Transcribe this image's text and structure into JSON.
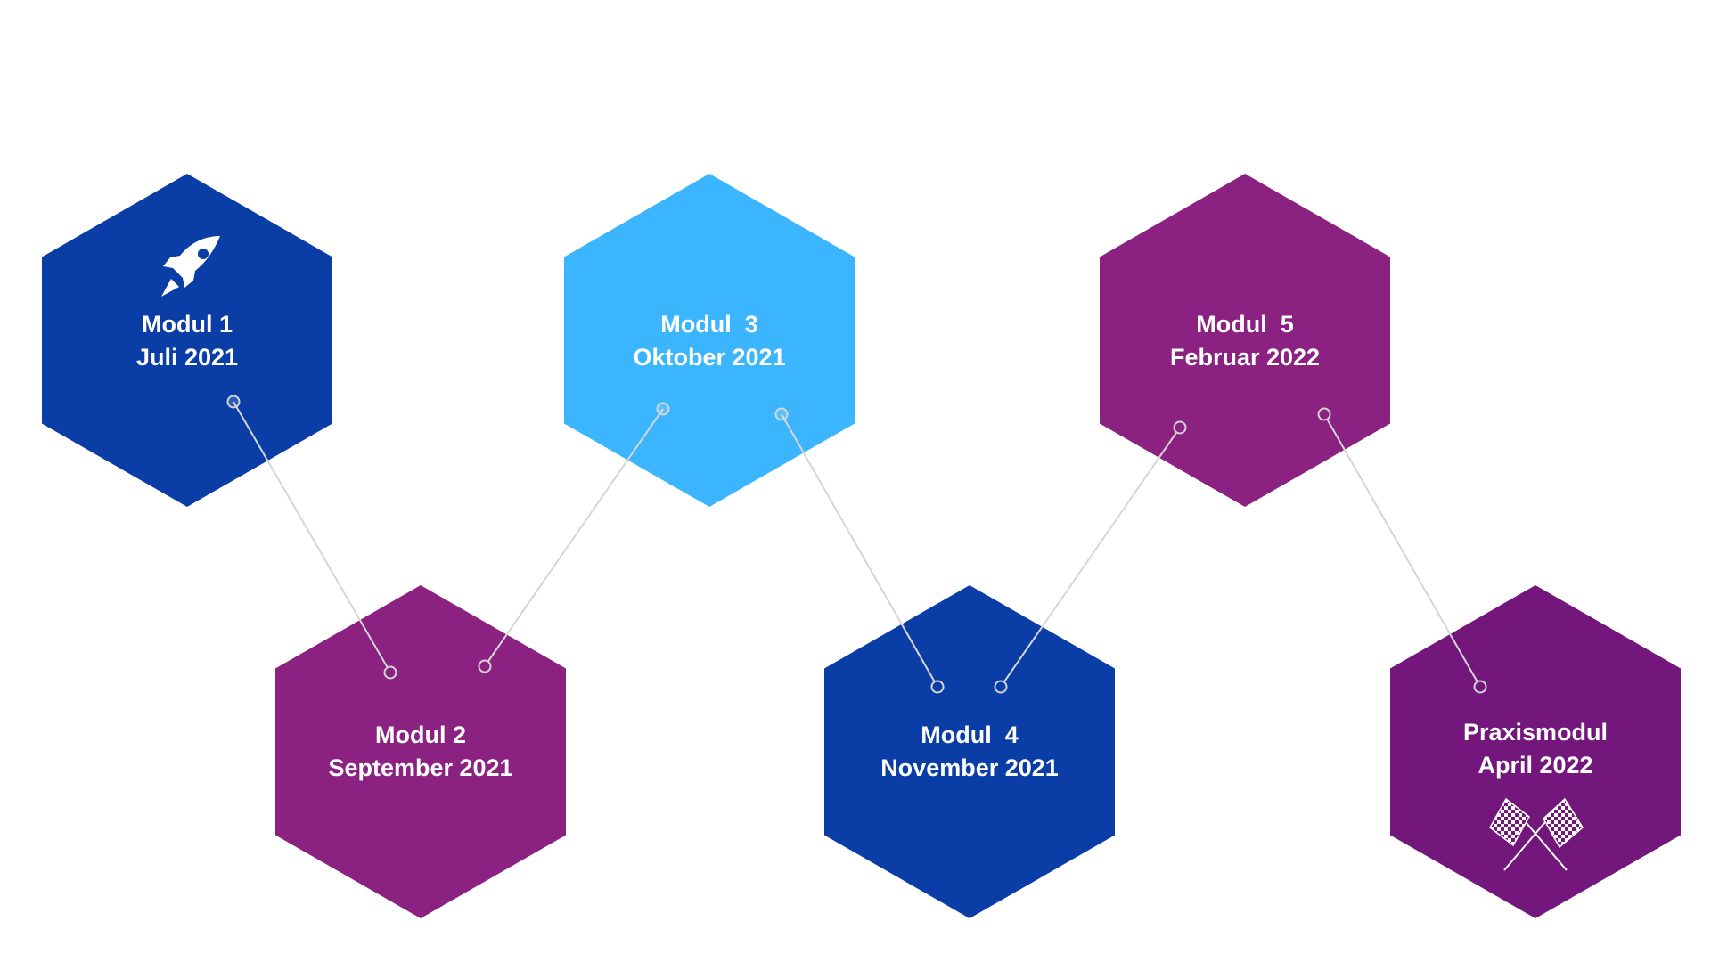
{
  "modules": [
    {
      "title": "Modul 1",
      "date": "Juli 2021",
      "color": "#0a3ea6",
      "icon": "rocket-icon"
    },
    {
      "title": "Modul 2",
      "date": "September 2021",
      "color": "#8b2180"
    },
    {
      "title": "Modul  3",
      "date": "Oktober 2021",
      "color": "#3bb5fd"
    },
    {
      "title": "Modul  4",
      "date": "November 2021",
      "color": "#0a3ea6"
    },
    {
      "title": "Modul  5",
      "date": "Februar 2022",
      "color": "#8b2180"
    },
    {
      "title": "Praxismodul",
      "date": "April 2022",
      "color": "#73177c",
      "icon": "checkered-flags-icon"
    }
  ],
  "connector_color": "#d6d6d6"
}
